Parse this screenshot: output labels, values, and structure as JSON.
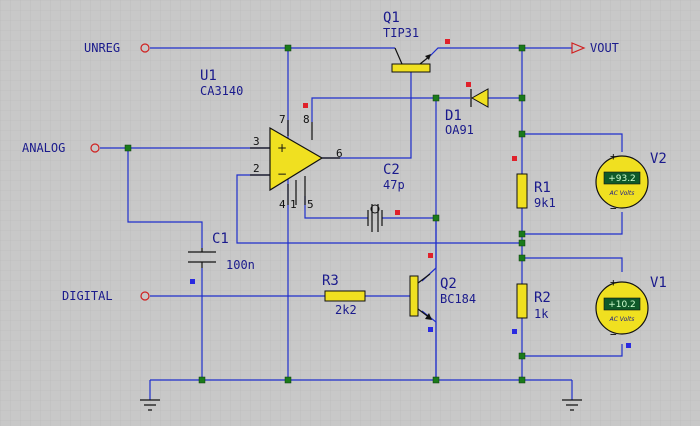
{
  "ports": {
    "unreg": "UNREG",
    "analog": "ANALOG",
    "digital": "DIGITAL",
    "vout": "VOUT"
  },
  "components": {
    "q1": {
      "ref": "Q1",
      "value": "TIP31"
    },
    "u1": {
      "ref": "U1",
      "value": "CA3140"
    },
    "d1": {
      "ref": "D1",
      "value": "OA91"
    },
    "c1": {
      "ref": "C1",
      "value": "100n"
    },
    "c2": {
      "ref": "C2",
      "value": "47p"
    },
    "r1": {
      "ref": "R1",
      "value": "9k1"
    },
    "r2": {
      "ref": "R2",
      "value": "1k"
    },
    "r3": {
      "ref": "R3",
      "value": "2k2"
    },
    "q2": {
      "ref": "Q2",
      "value": "BC184"
    },
    "v1": {
      "ref": "V1",
      "reading": "+10.2",
      "mode": "AC Volts"
    },
    "v2": {
      "ref": "V2",
      "reading": "+93.2",
      "mode": "AC Volts"
    }
  },
  "opamp_pins": {
    "p3": "3",
    "p2": "2",
    "p6": "6",
    "p7": "7",
    "p8": "8",
    "p4": "4",
    "p1": "1",
    "p5": "5"
  },
  "meter_signs": {
    "plus": "+",
    "minus": "−"
  },
  "colors": {
    "background": "#c8c8c8",
    "wire": "#1f2ecc",
    "component": "#f0e020",
    "junction": "#1a7a1a",
    "terminal": "#d02020"
  }
}
